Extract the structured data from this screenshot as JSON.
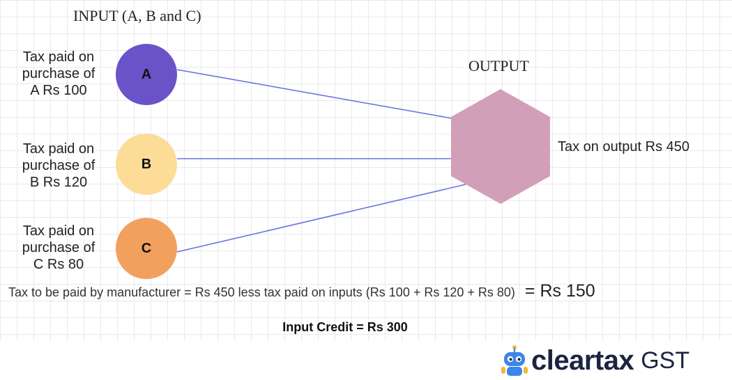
{
  "diagram": {
    "input_title": "INPUT (A, B and C)",
    "output_title": "OUTPUT",
    "inputs": [
      {
        "letter": "A",
        "line1": "Tax paid on",
        "line2": "purchase of",
        "line3": "A Rs 100",
        "color": "#6a52c9"
      },
      {
        "letter": "B",
        "line1": "Tax paid on",
        "line2": "purchase of",
        "line3": "B Rs 120",
        "color": "#fddc98"
      },
      {
        "letter": "C",
        "line1": "Tax paid on",
        "line2": "purchase of",
        "line3": "C Rs 80",
        "color": "#f2a05e"
      }
    ],
    "output_color": "#d29fb8",
    "link_color": "#6b76e0",
    "output_label": "Tax on output Rs 450",
    "formula": "Tax to be paid by manufacturer = Rs 450 less tax paid on inputs (Rs 100 + Rs 120 + Rs 80)",
    "formula_result": "= Rs 150",
    "input_credit": "Input Credit = Rs 300"
  },
  "branding": {
    "logo_icon": "robot-mascot-icon",
    "name": "cleartax",
    "suffix": "GST"
  }
}
